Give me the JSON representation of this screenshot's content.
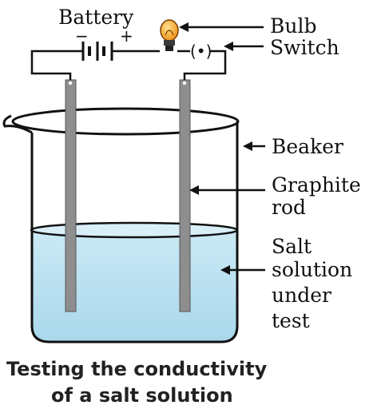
{
  "labels": {
    "battery": "Battery",
    "bulb": "Bulb",
    "switch": "Switch",
    "beaker": "Beaker",
    "graphite_line1": "Graphite",
    "graphite_line2": "rod",
    "solution_line1": "Salt",
    "solution_line2": "solution",
    "solution_line3": "under",
    "solution_line4": "test",
    "minus_sign": "−",
    "plus_sign": "+",
    "switch_symbol": "(•)"
  },
  "caption": {
    "line1": "Testing the conductivity",
    "line2": "of a salt solution"
  },
  "colors": {
    "solution": "#bfe3f1",
    "rod": "#8e8e8e",
    "bulb_glass": "#f39a1a",
    "bulb_base": "#3a3a3a",
    "outline": "#111111"
  }
}
